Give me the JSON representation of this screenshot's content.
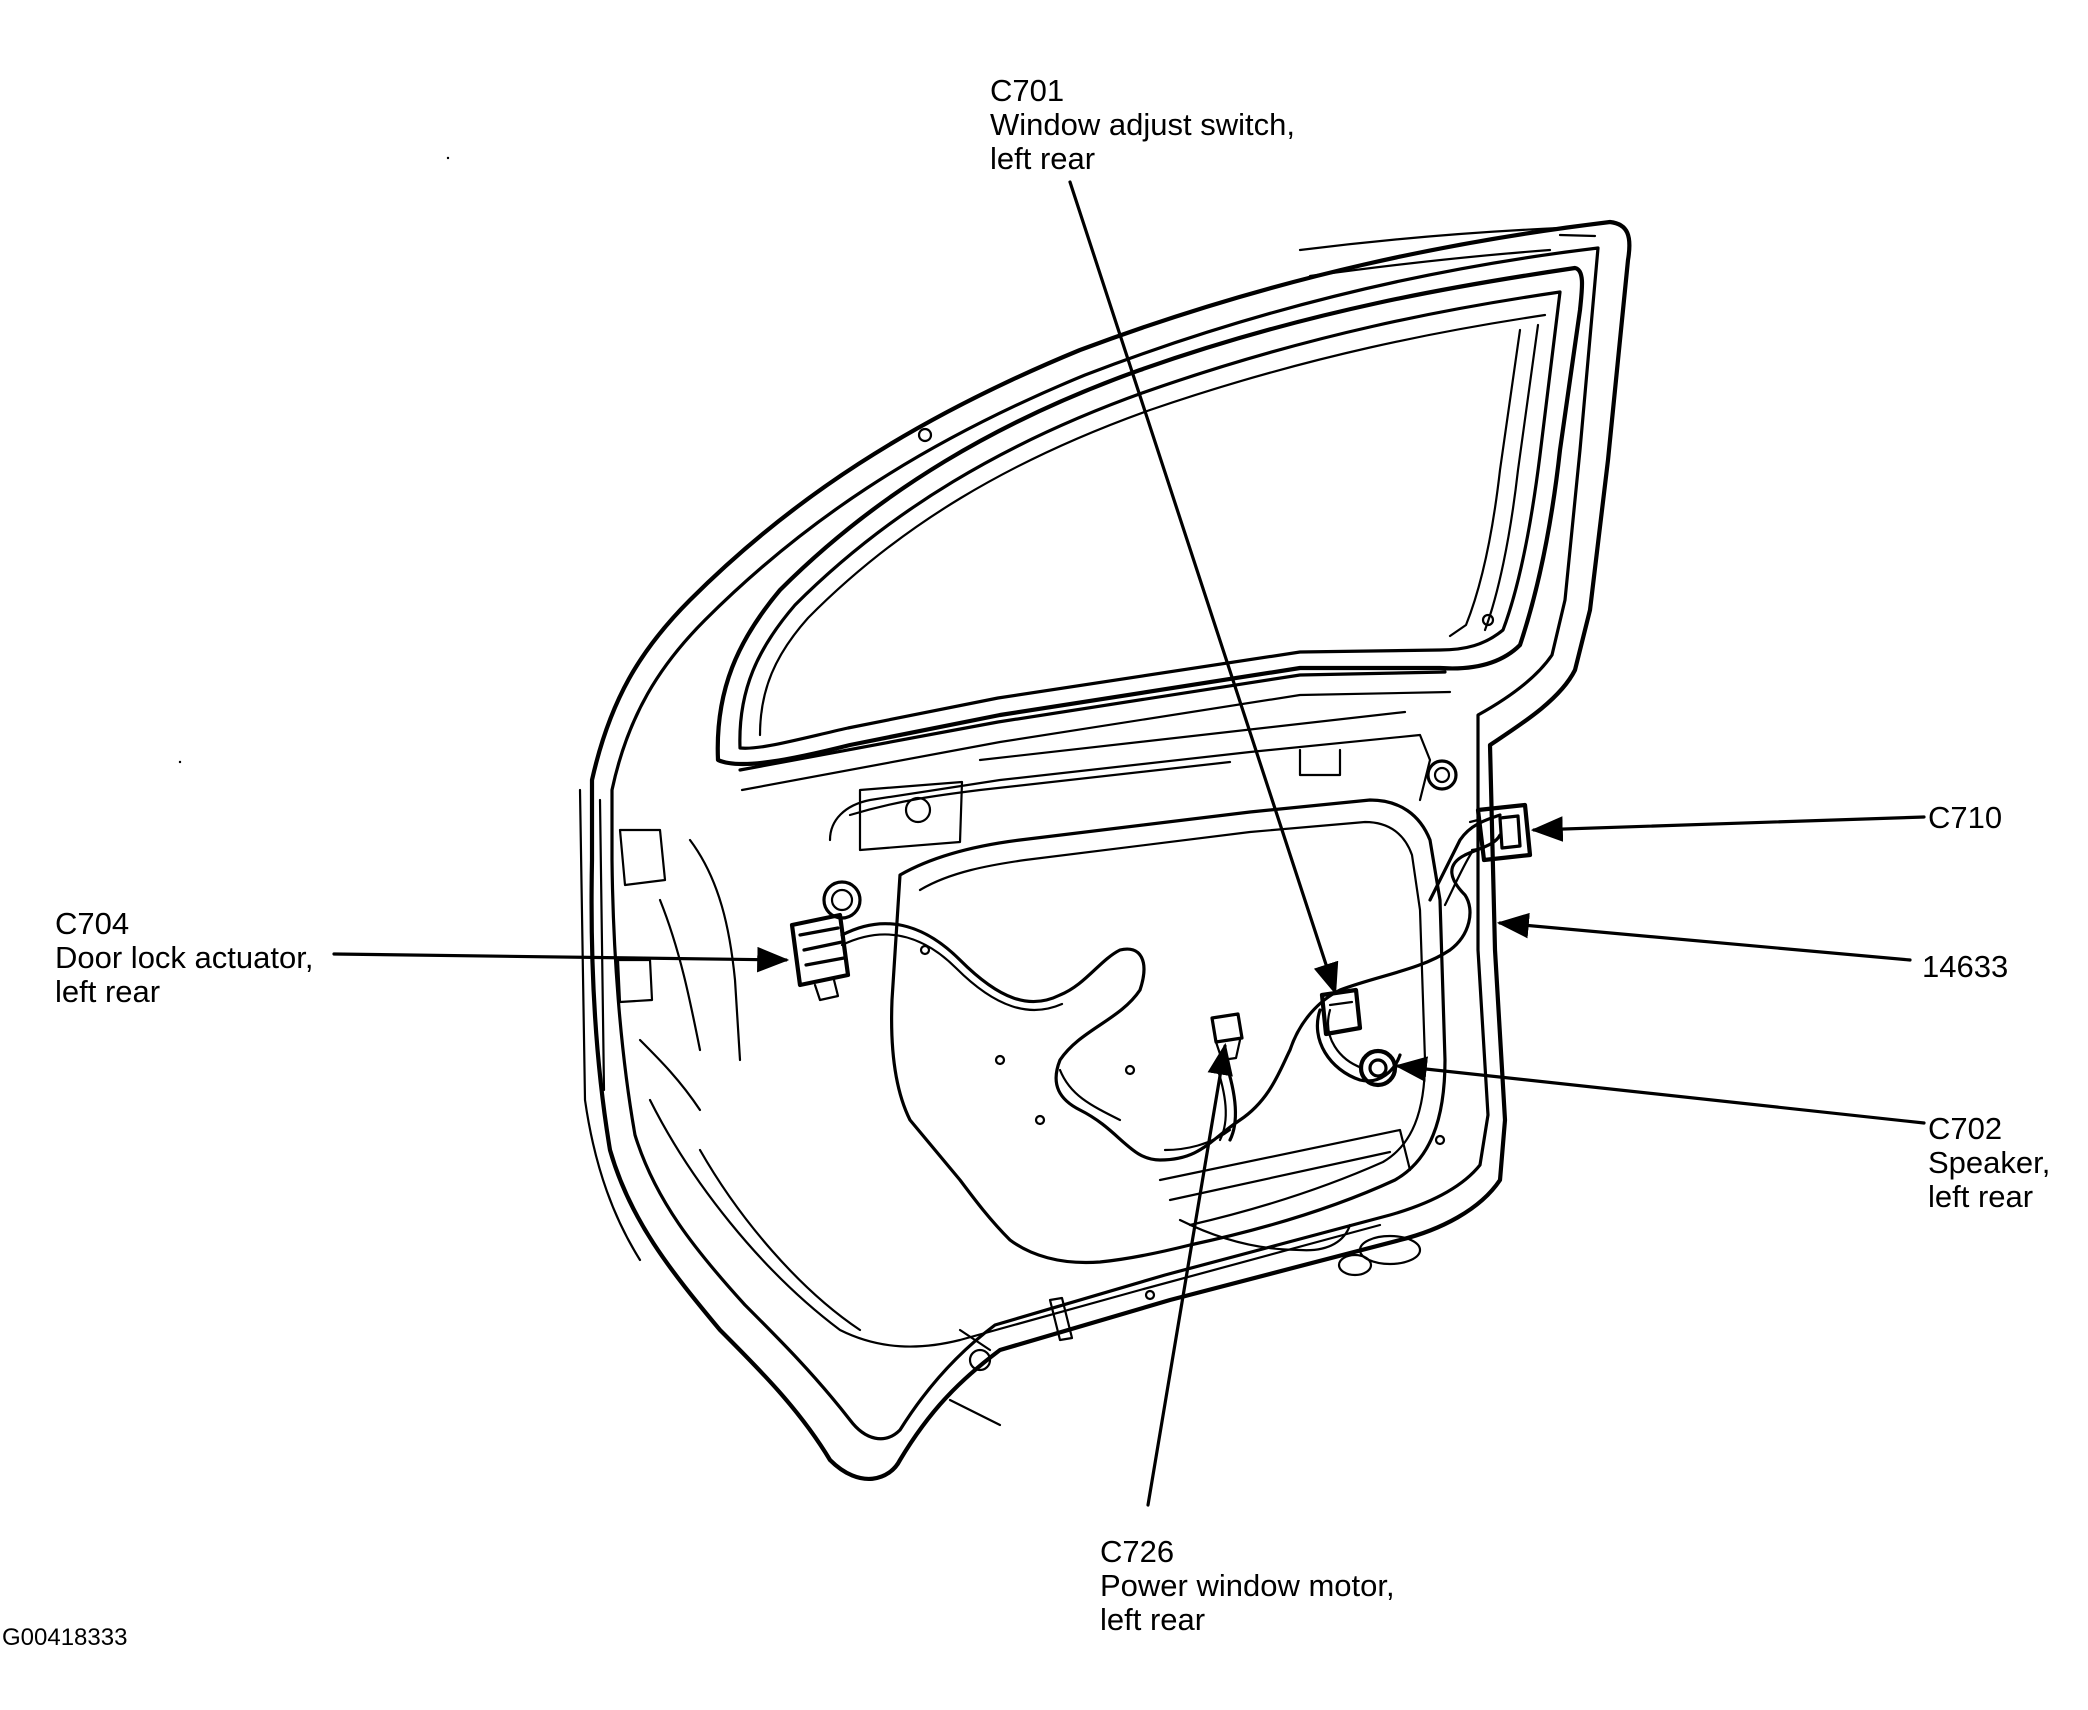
{
  "figure_id": "G00418333",
  "callouts": {
    "c701": {
      "code": "C701",
      "line1": "Window adjust switch,",
      "line2": "left rear"
    },
    "c704": {
      "code": "C704",
      "line1": "Door lock actuator,",
      "line2": "left rear"
    },
    "c710": {
      "code": "C710"
    },
    "harness": {
      "code": "14633"
    },
    "c702": {
      "code": "C702",
      "line1": "Speaker,",
      "line2": "left rear"
    },
    "c726": {
      "code": "C726",
      "line1": "Power window motor,",
      "line2": "left rear"
    }
  }
}
